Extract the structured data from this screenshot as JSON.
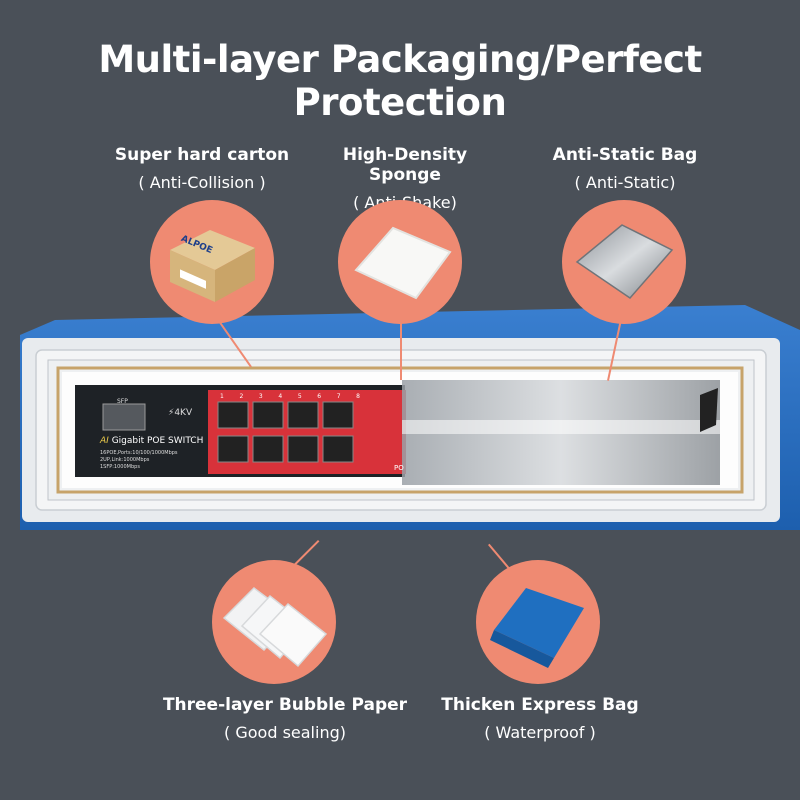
{
  "title": "Multi-layer Packaging/Perfect Protection",
  "layers": [
    {
      "name": "Super hard carton",
      "note": "( Anti-Collision )"
    },
    {
      "name": "High-Density Sponge",
      "note": "( Anti-Shake)"
    },
    {
      "name": "Anti-Static Bag",
      "note": "( Anti-Static)"
    },
    {
      "name": "Three-layer Bubble Paper",
      "note": "( Good sealing)"
    },
    {
      "name": "Thicken Express Bag",
      "note": "( Waterproof )"
    }
  ],
  "carton_brand": "ALPOE",
  "device": {
    "title": "Gigabit POE SWITCH",
    "title_prefix": "AI",
    "sfp_label": "SFP",
    "surge": "⚡4KV",
    "specs": [
      "16POE,Ports:10/100/1000Mbps",
      "2UP,Link:1000Mbps",
      "1SFP:1000Mbps"
    ],
    "port_numbers": [
      "1",
      "2",
      "3",
      "4",
      "5",
      "6",
      "7",
      "8"
    ],
    "poe_tag": "PO"
  },
  "colors": {
    "background": "#4a5058",
    "accent": "#ef8a72",
    "express_bag": "#1f6fc0",
    "switch_red": "#d8323a"
  }
}
